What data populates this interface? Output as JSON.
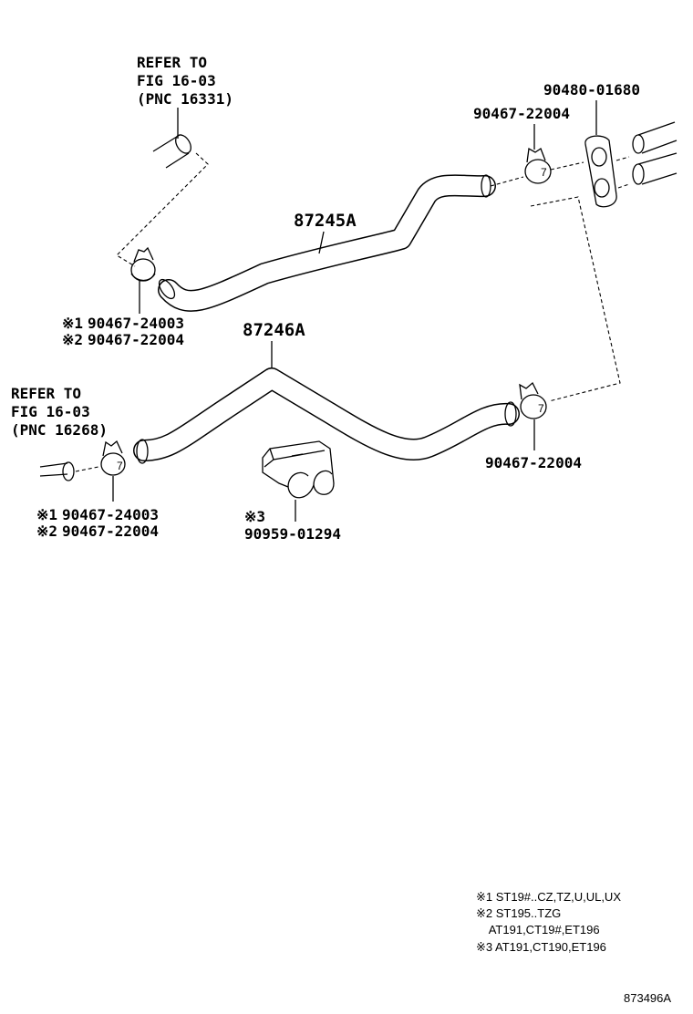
{
  "refs": {
    "top_refer": [
      "REFER TO",
      "FIG 16-03",
      "(PNC 16331)"
    ],
    "left_refer": [
      "REFER TO",
      "FIG 16-03",
      "(PNC 16268)"
    ]
  },
  "parts": {
    "hose_upper": "87245A",
    "hose_lower": "87246A",
    "grommet": "90480-01680",
    "clamp_top_right": "90467-22004",
    "clamp_right_lower": "90467-22004",
    "clamp_upper_left": [
      {
        "mark": "※1",
        "number": "90467-24003"
      },
      {
        "mark": "※2",
        "number": "90467-22004"
      }
    ],
    "clamp_lower_left": [
      {
        "mark": "※1",
        "number": "90467-24003"
      },
      {
        "mark": "※2",
        "number": "90467-22004"
      }
    ],
    "clip": {
      "mark": "※3",
      "number": "90959-01294"
    }
  },
  "notes": [
    "※1 ST19#..CZ,TZ,U,UL,UX",
    "※2 ST195..TZG",
    "    AT191,CT19#,ET196",
    "※3 AT191,CT190,ET196"
  ],
  "figure_id": "873496A"
}
